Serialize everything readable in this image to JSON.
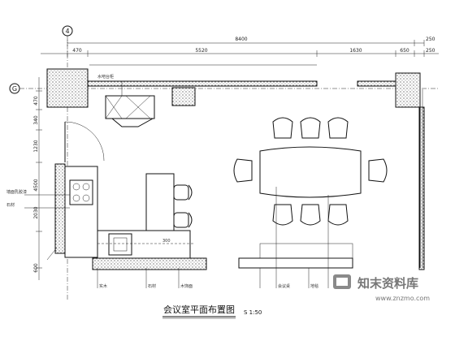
{
  "drawing": {
    "title": "会议室平面布置图",
    "scale": "S 1:50",
    "grid_top": "4",
    "grid_left": "G",
    "dims_top_total": "8400",
    "dims_top_right_small": "250",
    "dims_top_segments": [
      "470",
      "5520",
      "1630",
      "650",
      "250"
    ],
    "dims_left_segments": [
      "470",
      "340",
      "1230",
      "4500",
      "2030",
      "600"
    ],
    "labels": {
      "top_cabinet": "水吧台柜",
      "left_a": "墙面乳胶漆",
      "left_b": "石材",
      "bottom_a": "实木",
      "bottom_b": "石材",
      "bottom_c": "木饰面",
      "bottom_d": "会议桌",
      "bottom_e": "地毯",
      "counter_height": "300"
    }
  },
  "watermark": {
    "brand": "知末资料库",
    "url": "www.znzmo.com"
  }
}
